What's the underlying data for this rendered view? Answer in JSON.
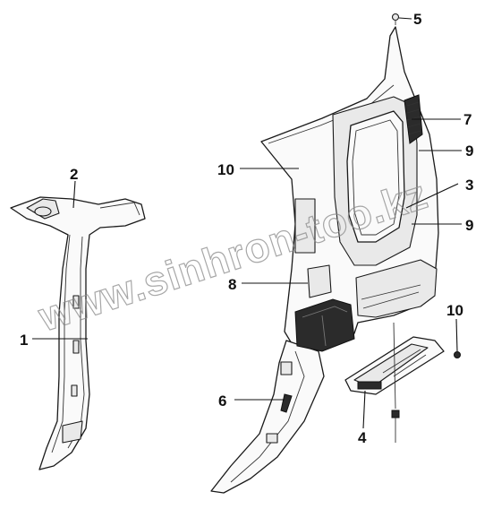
{
  "watermark": "www.sinhron-too.kz",
  "callouts": [
    {
      "id": "c1",
      "label": "1"
    },
    {
      "id": "c2",
      "label": "2"
    },
    {
      "id": "c3",
      "label": "3"
    },
    {
      "id": "c4",
      "label": "4"
    },
    {
      "id": "c5",
      "label": "5"
    },
    {
      "id": "c6",
      "label": "6"
    },
    {
      "id": "c7",
      "label": "7"
    },
    {
      "id": "c8",
      "label": "8"
    },
    {
      "id": "c9a",
      "label": "9"
    },
    {
      "id": "c9b",
      "label": "9"
    },
    {
      "id": "c10a",
      "label": "10"
    },
    {
      "id": "c10b",
      "label": "10"
    }
  ]
}
